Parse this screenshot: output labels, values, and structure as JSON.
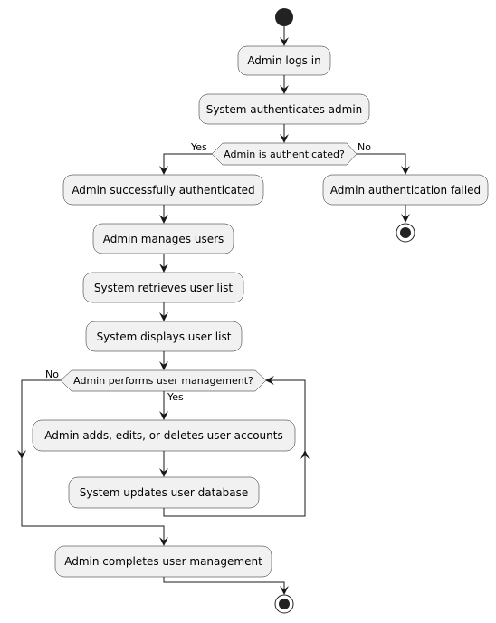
{
  "diagram": {
    "activities": {
      "logs_in": "Admin logs in",
      "authenticates": "System authenticates admin",
      "success": "Admin successfully authenticated",
      "failed": "Admin authentication failed",
      "manages": "Admin manages users",
      "retrieves": "System retrieves user list",
      "displays": "System displays user list",
      "adds_edits": "Admin adds, edits, or deletes user accounts",
      "updates_db": "System updates user database",
      "completes": "Admin completes user management"
    },
    "decisions": {
      "is_authenticated": "Admin is authenticated?",
      "performs_management": "Admin performs user management?"
    },
    "branch_labels": {
      "auth_yes": "Yes",
      "auth_no": "No",
      "loop_yes": "Yes",
      "loop_no": "No"
    }
  }
}
